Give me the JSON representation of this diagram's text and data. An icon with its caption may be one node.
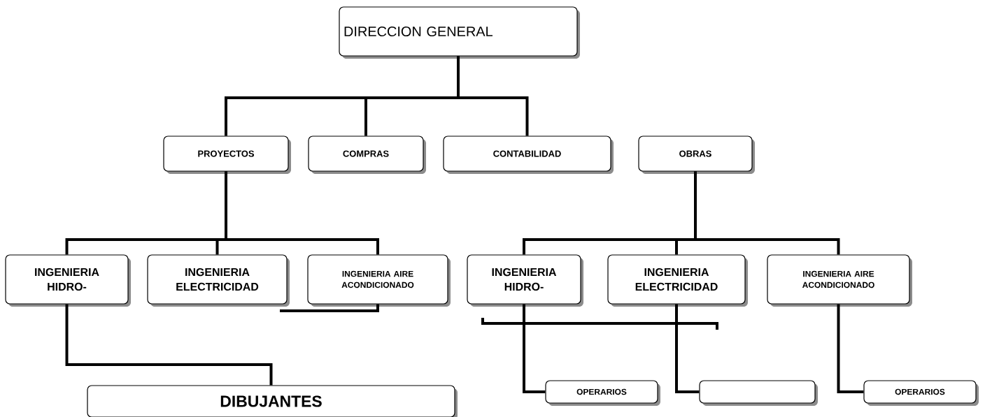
{
  "diagram": {
    "nodes": [
      {
        "text": [
          "DIRECCION GENERAL"
        ]
      },
      {
        "text": [
          "PROYECTOS"
        ]
      },
      {
        "text": [
          "COMPRAS"
        ]
      },
      {
        "text": [
          "CONTABILIDAD"
        ]
      },
      {
        "text": [
          "OBRAS"
        ]
      },
      {
        "text": [
          "INGENIERIA HIDRO-"
        ]
      },
      {
        "text": [
          "INGENIERIA ELECTRICIDAD"
        ]
      },
      {
        "text": [
          "INGENIERIA AIRE ACONDICIONADO"
        ]
      },
      {
        "text": [
          "INGENIERIA HIDRO-"
        ]
      },
      {
        "text": [
          "INGENIERIA ELECTRICIDAD"
        ]
      },
      {
        "text": [
          "INGENIERIA AIRE ACONDICIONADO"
        ]
      },
      {
        "text": [
          "DIBUJANTES"
        ]
      },
      {
        "text": [
          "OPERARIOS"
        ]
      },
      {
        "text": [],
        "shape": "box"
      },
      {
        "text": [
          "OPERARIOS"
        ]
      }
    ],
    "edges": [
      {
        "from": 0,
        "to": 1,
        "arrow": "none"
      },
      {
        "from": 0,
        "to": 2,
        "arrow": "none"
      },
      {
        "from": 0,
        "to": 3,
        "arrow": "none"
      },
      {
        "from": 1,
        "to": 5,
        "arrow": "none"
      },
      {
        "from": 1,
        "to": 6,
        "arrow": "none"
      },
      {
        "from": 1,
        "to": 7,
        "arrow": "none"
      },
      {
        "from": 4,
        "to": 8,
        "arrow": "none"
      },
      {
        "from": 4,
        "to": 9,
        "arrow": "none"
      },
      {
        "from": 4,
        "to": 10,
        "arrow": "none"
      },
      {
        "from": 5,
        "to": 11,
        "arrow": "none"
      },
      {
        "from": 8,
        "to": 12,
        "arrow": "none"
      },
      {
        "from": 9,
        "to": 13,
        "arrow": "none"
      },
      {
        "from": 10,
        "to": 14,
        "arrow": "none"
      },
      {
        "from": 7,
        "to": 6,
        "arrow": "none"
      }
    ]
  }
}
